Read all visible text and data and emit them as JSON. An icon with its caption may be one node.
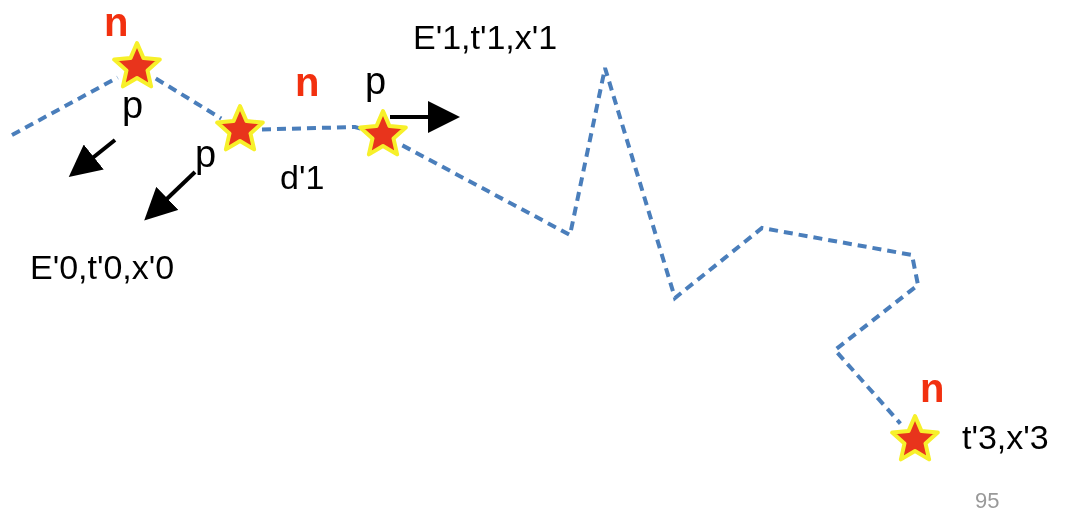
{
  "diagram": {
    "nodes": [
      {
        "text": [],
        "shape": "star"
      },
      {
        "text": [],
        "shape": "star"
      },
      {
        "text": [],
        "shape": "star"
      },
      {
        "text": [],
        "shape": "star"
      }
    ],
    "edges": [
      {
        "from": null,
        "to": 0,
        "arrow": "none",
        "style": "dashed"
      },
      {
        "from": 0,
        "to": 1,
        "arrow": "none",
        "style": "dashed"
      },
      {
        "from": 1,
        "to": 2,
        "arrow": "none",
        "style": "dashed"
      },
      {
        "from": 2,
        "to": 3,
        "arrow": "none",
        "style": "dashed"
      }
    ],
    "labels": [
      "n",
      "E'1,t'1,x'1",
      "n",
      "p",
      "p",
      "p",
      "d'1",
      "E'0,t'0,x'0",
      "n",
      "t'3,x'3",
      "95"
    ]
  }
}
